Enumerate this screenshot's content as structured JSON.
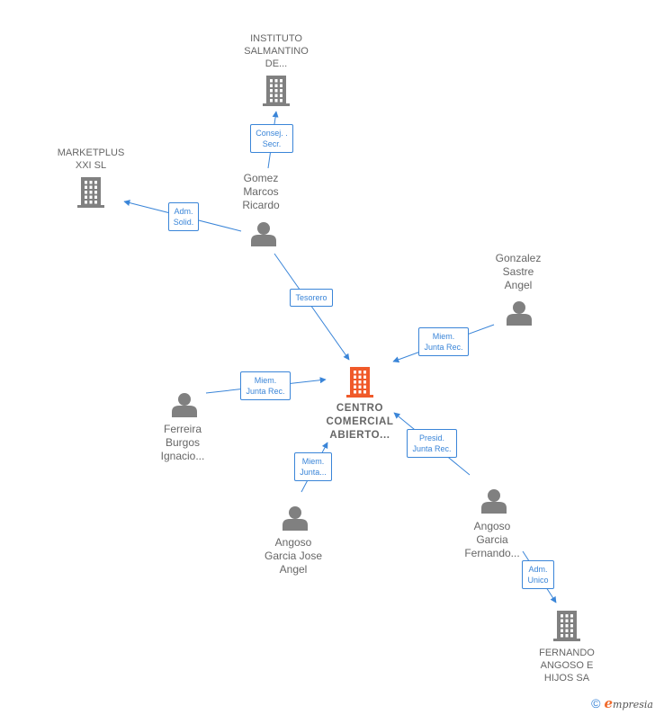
{
  "colors": {
    "edge": "#3a85d8",
    "node": "#808080",
    "main": "#f05a2a"
  },
  "nodes": [
    {
      "id": "instituto",
      "type": "company",
      "label": "INSTITUTO\nSALMANTINO\nDE..."
    },
    {
      "id": "marketplus",
      "type": "company",
      "label": "MARKETPLUS\nXXI  SL"
    },
    {
      "id": "gomez",
      "type": "person",
      "label": "Gomez\nMarcos\nRicardo"
    },
    {
      "id": "gonzalez",
      "type": "person",
      "label": "Gonzalez\nSastre\nAngel"
    },
    {
      "id": "centro",
      "type": "main",
      "label": "CENTRO\nCOMERCIAL\nABIERTO..."
    },
    {
      "id": "ferreira",
      "type": "person",
      "label": "Ferreira\nBurgos\nIgnacio..."
    },
    {
      "id": "angoso_jose",
      "type": "person",
      "label": "Angoso\nGarcia Jose\nAngel"
    },
    {
      "id": "angoso_fernando",
      "type": "person",
      "label": "Angoso\nGarcia\nFernando..."
    },
    {
      "id": "fernando_sa",
      "type": "company",
      "label": "FERNANDO\nANGOSO E\nHIJOS SA"
    }
  ],
  "edges": [
    {
      "from": "gomez",
      "to": "instituto",
      "label": "Consej. .\nSecr."
    },
    {
      "from": "gomez",
      "to": "marketplus",
      "label": "Adm.\nSolid."
    },
    {
      "from": "gomez",
      "to": "centro",
      "label": "Tesorero"
    },
    {
      "from": "gonzalez",
      "to": "centro",
      "label": "Miem.\nJunta Rec."
    },
    {
      "from": "ferreira",
      "to": "centro",
      "label": "Miem.\nJunta Rec."
    },
    {
      "from": "angoso_jose",
      "to": "centro",
      "label": "Miem.\nJunta..."
    },
    {
      "from": "angoso_fernando",
      "to": "centro",
      "label": "Presid.\nJunta Rec."
    },
    {
      "from": "angoso_fernando",
      "to": "fernando_sa",
      "label": "Adm.\nUnico"
    }
  ],
  "footer": {
    "copyright": "©",
    "brand_initial": "e",
    "brand_rest": "mpresia"
  }
}
